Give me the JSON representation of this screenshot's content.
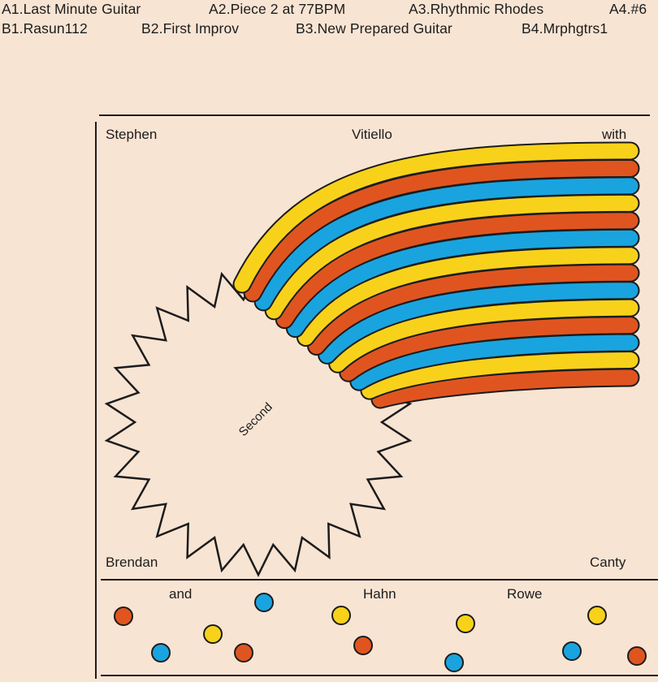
{
  "tracklist": {
    "side_a": [
      "A1.Last Minute Guitar",
      "A2.Piece 2 at 77BPM",
      "A3.Rhythmic Rhodes",
      "A4.#6"
    ],
    "side_b": [
      "B1.Rasun112",
      "B2.First Improv",
      "B3.New Prepared Guitar",
      "B4.Mrphgtrs1"
    ]
  },
  "cover": {
    "top_left": "Stephen",
    "top_center": "Vitiello",
    "top_right": "with",
    "bottom_left": "Brendan",
    "bottom_right": "Canty",
    "burst_text": "Second",
    "footer": [
      "and",
      "Hahn",
      "Rowe"
    ]
  },
  "colors": {
    "background": "#f8e4d3",
    "yellow": "#f8d21a",
    "orange": "#e0551f",
    "blue": "#19a4e0",
    "ink": "#1c1c1c"
  }
}
